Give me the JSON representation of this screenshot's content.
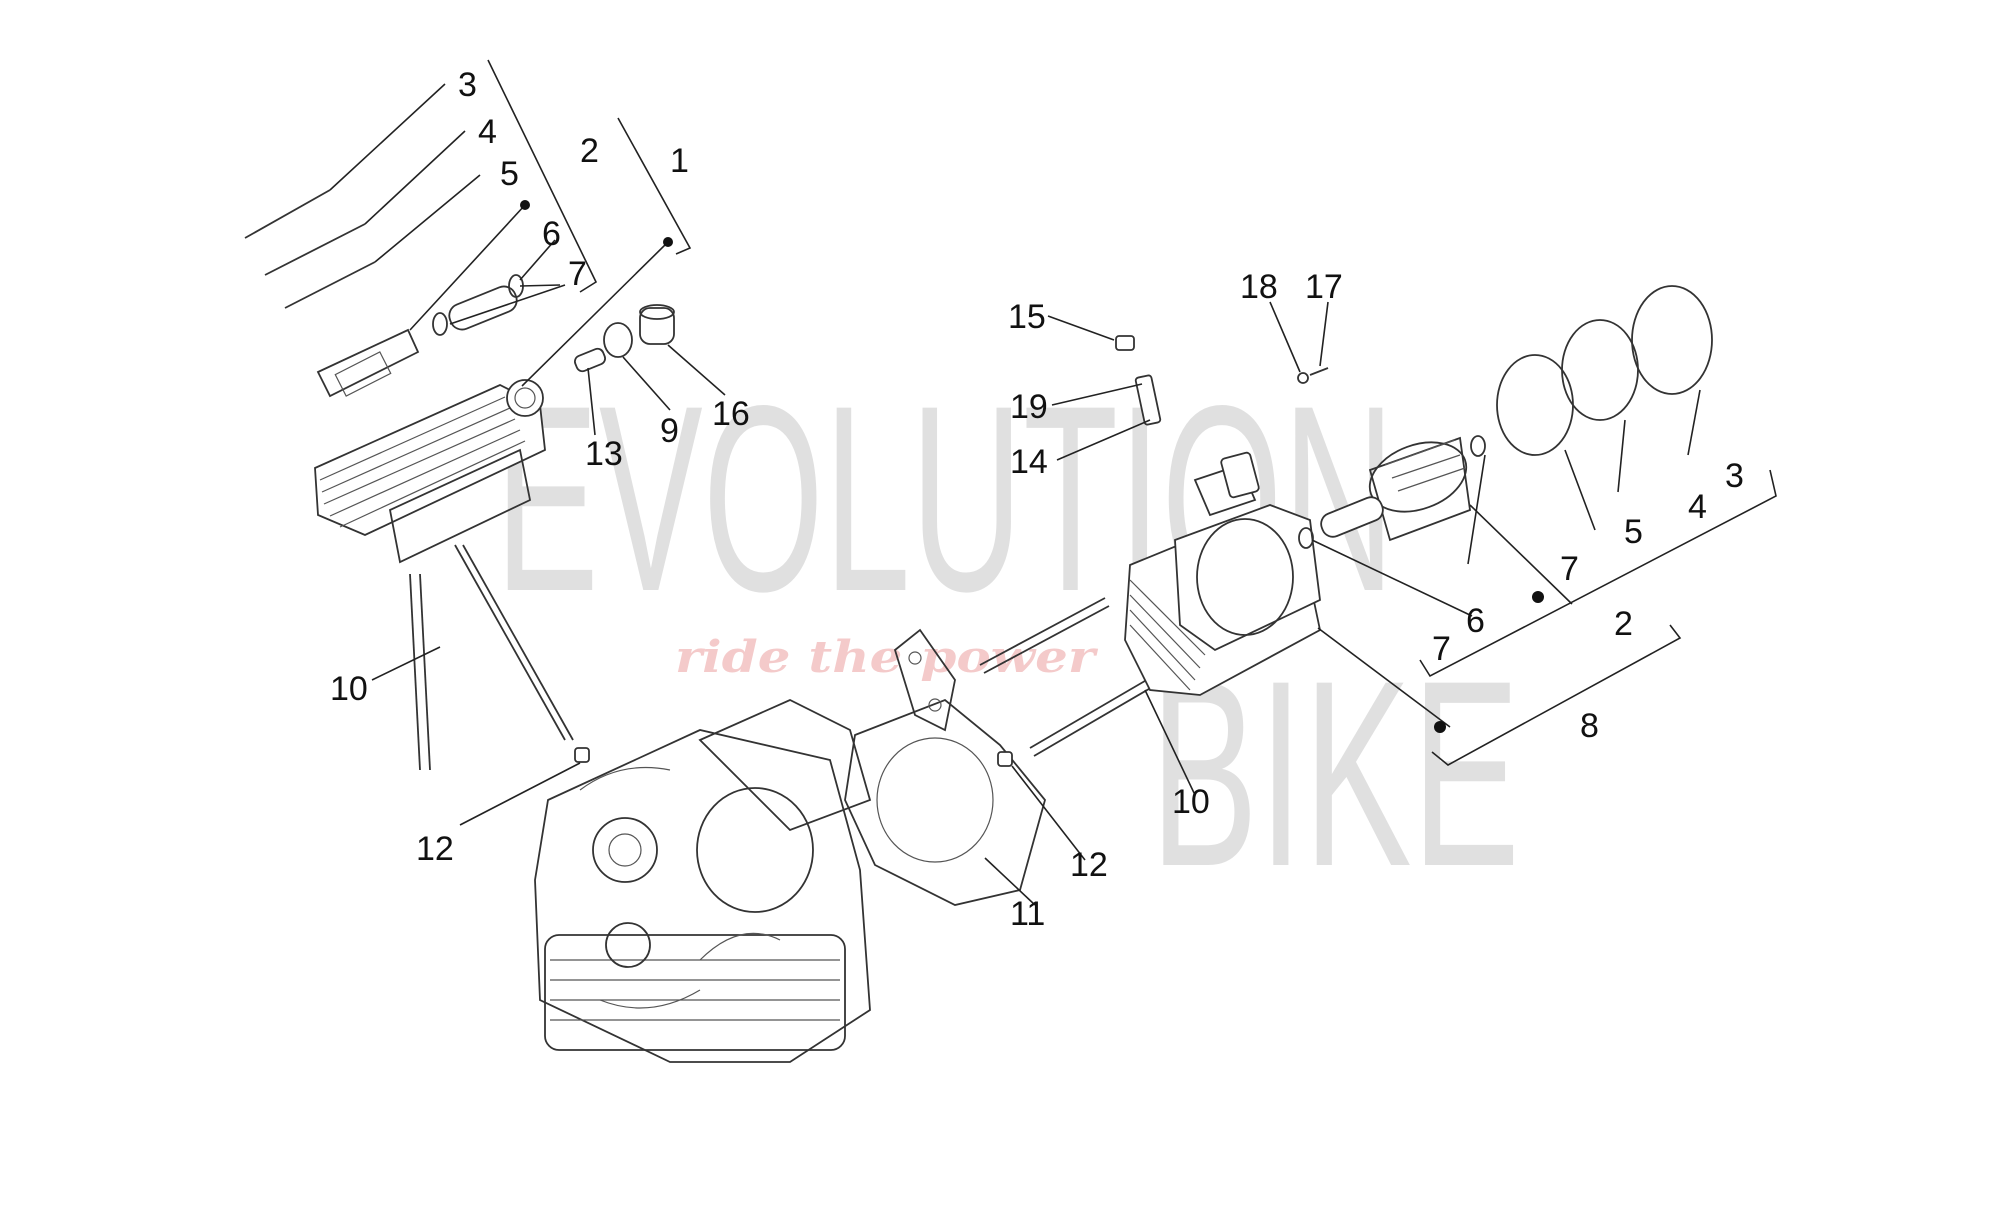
{
  "watermark": {
    "brand_line1": "EVOLUTION",
    "brand_line2": "BIKE",
    "tagline": "ride the power",
    "colors": {
      "letters": "#b0b0b0",
      "tagline": "#e06b6b"
    }
  },
  "diagram": {
    "line_color": "#333333",
    "callouts": [
      {
        "id": "left-3",
        "text": "3"
      },
      {
        "id": "left-4",
        "text": "4"
      },
      {
        "id": "left-2",
        "text": "2"
      },
      {
        "id": "left-1",
        "text": "1"
      },
      {
        "id": "left-5",
        "text": "5"
      },
      {
        "id": "left-6",
        "text": "6"
      },
      {
        "id": "left-7",
        "text": "7"
      },
      {
        "id": "left-13",
        "text": "13"
      },
      {
        "id": "left-9",
        "text": "9"
      },
      {
        "id": "left-16",
        "text": "16"
      },
      {
        "id": "left-10",
        "text": "10"
      },
      {
        "id": "left-12",
        "text": "12"
      },
      {
        "id": "right-18",
        "text": "18"
      },
      {
        "id": "right-17",
        "text": "17"
      },
      {
        "id": "right-15",
        "text": "15"
      },
      {
        "id": "right-19",
        "text": "19"
      },
      {
        "id": "right-14",
        "text": "14"
      },
      {
        "id": "right-3",
        "text": "3"
      },
      {
        "id": "right-4",
        "text": "4"
      },
      {
        "id": "right-5",
        "text": "5"
      },
      {
        "id": "right-7a",
        "text": "7"
      },
      {
        "id": "right-2",
        "text": "2"
      },
      {
        "id": "right-6",
        "text": "6"
      },
      {
        "id": "right-7b",
        "text": "7"
      },
      {
        "id": "right-8",
        "text": "8"
      },
      {
        "id": "right-10",
        "text": "10"
      },
      {
        "id": "right-12",
        "text": "12"
      },
      {
        "id": "center-11",
        "text": "11"
      }
    ]
  }
}
